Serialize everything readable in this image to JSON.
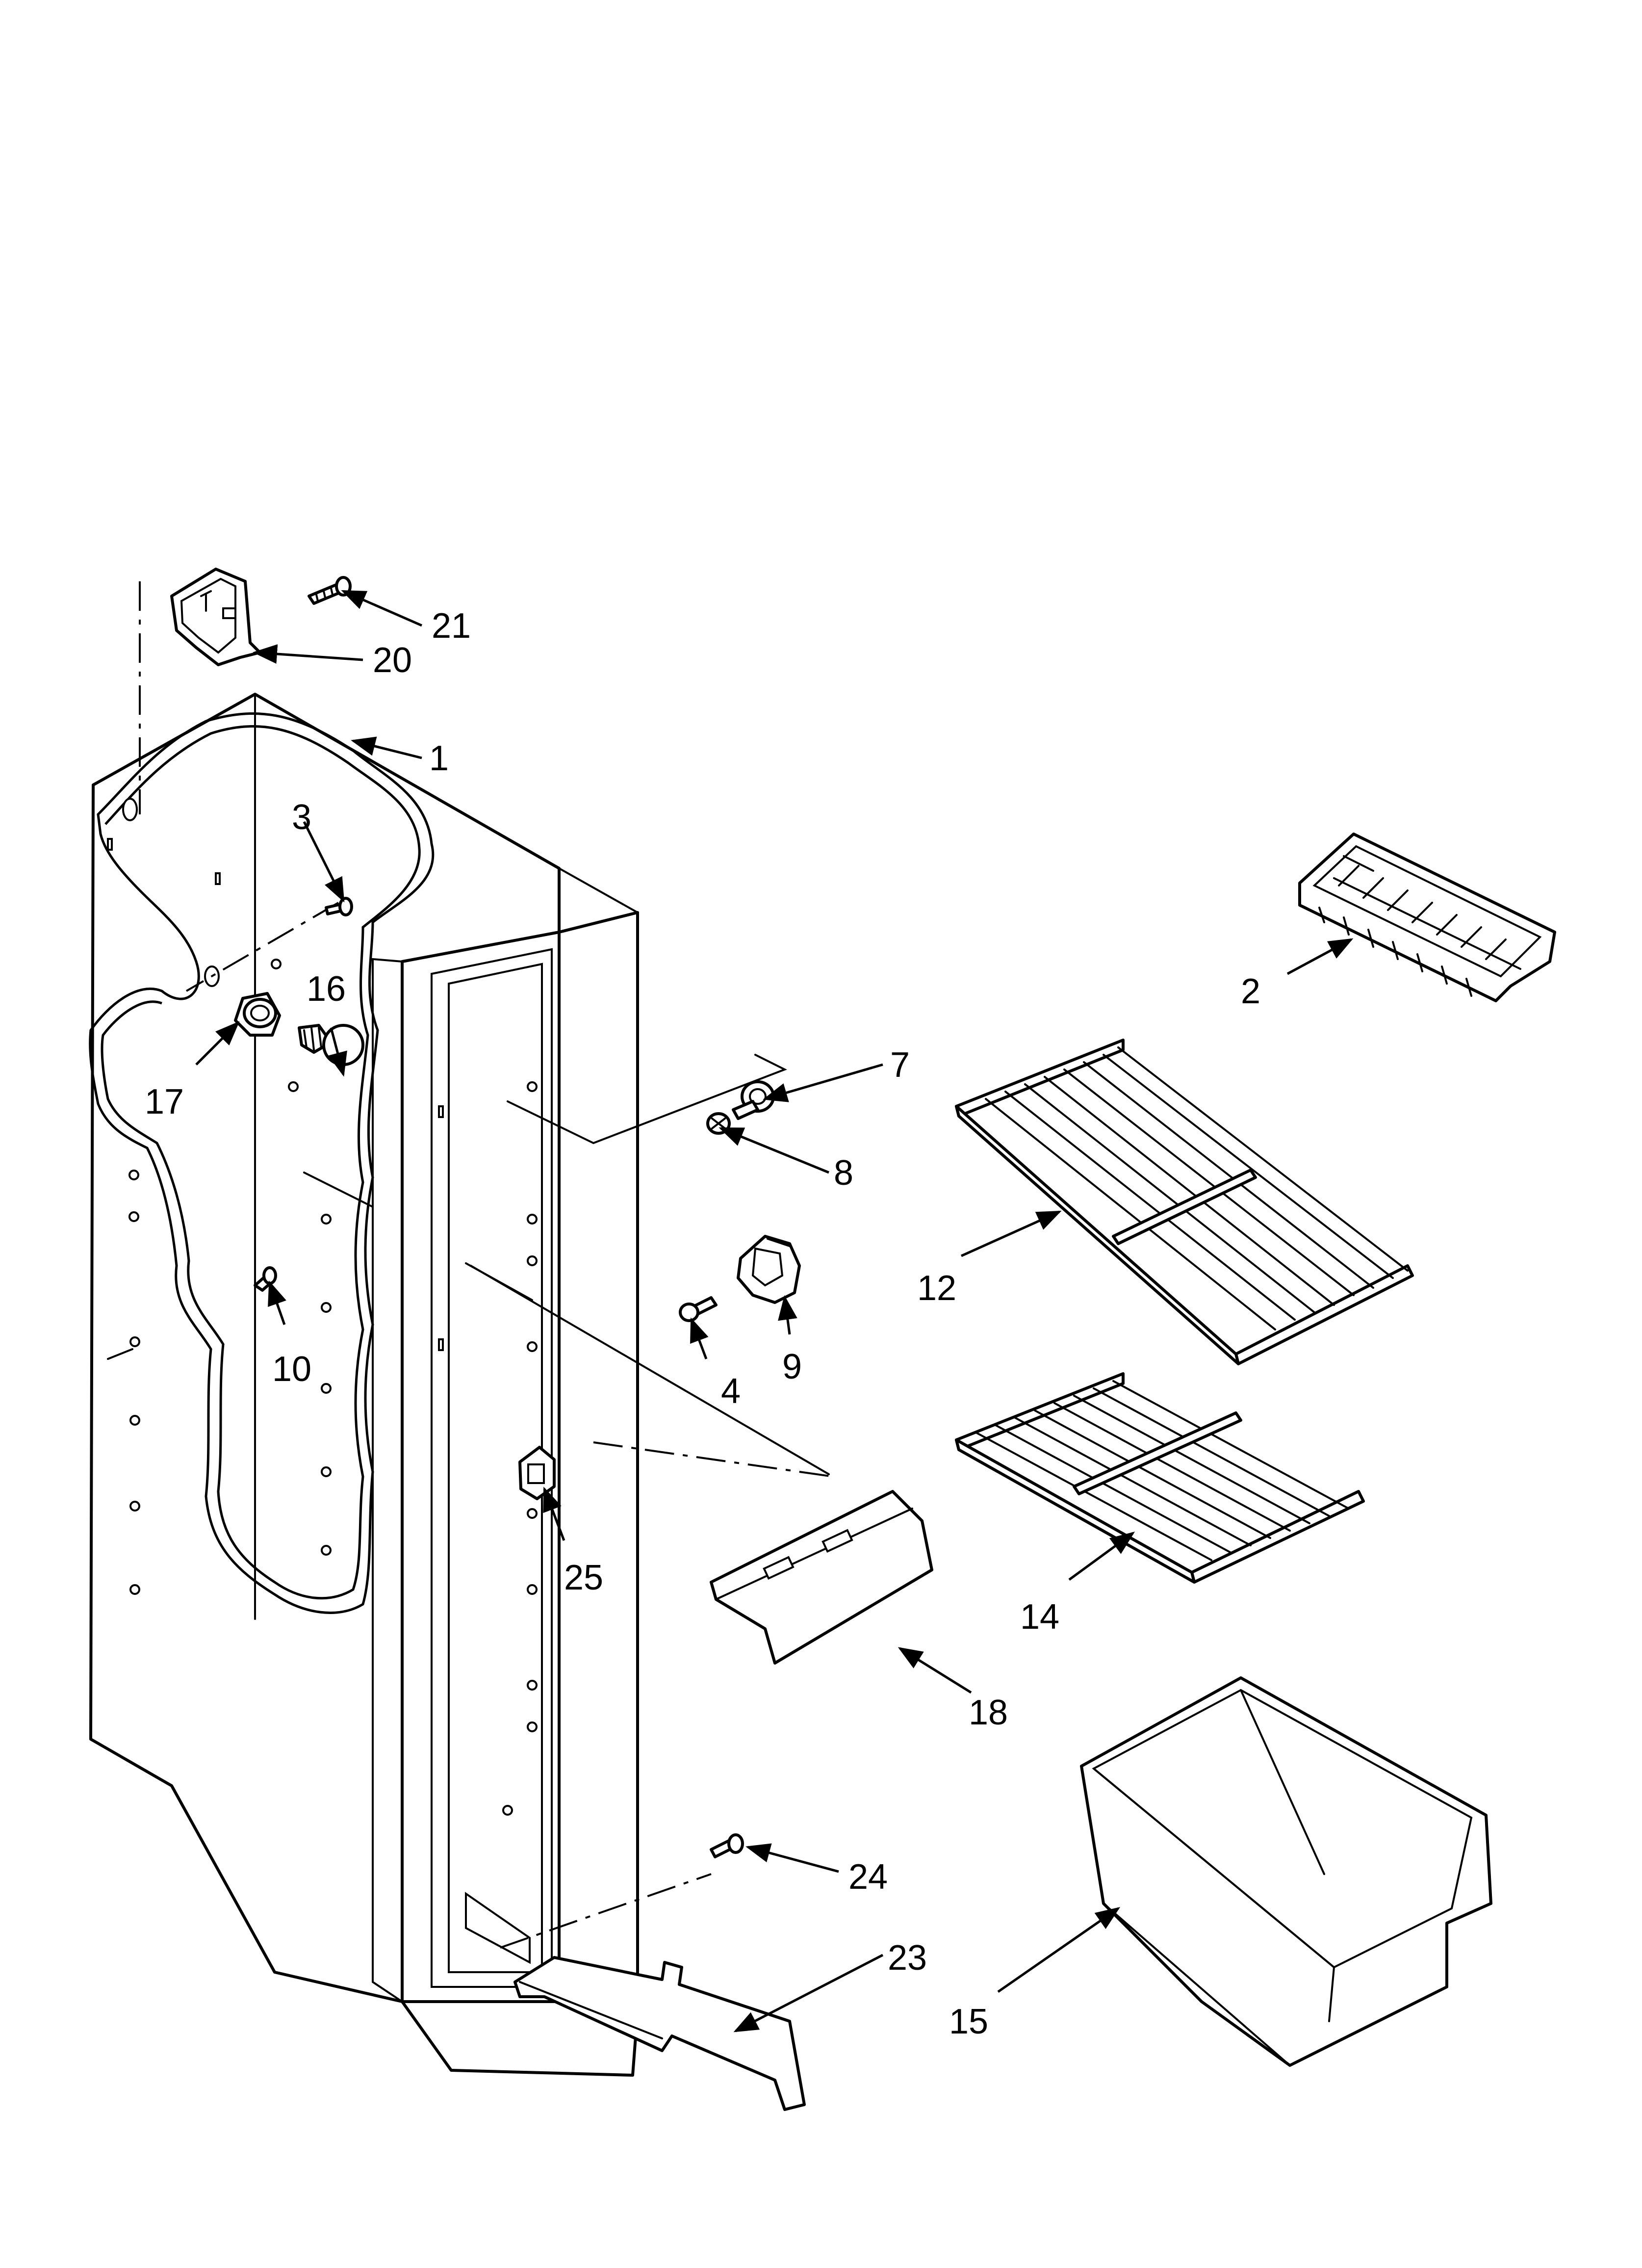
{
  "callouts": [
    {
      "id": "c1",
      "text": "1"
    },
    {
      "id": "c2",
      "text": "2"
    },
    {
      "id": "c3",
      "text": "3"
    },
    {
      "id": "c4",
      "text": "4"
    },
    {
      "id": "c7",
      "text": "7"
    },
    {
      "id": "c8",
      "text": "8"
    },
    {
      "id": "c9",
      "text": "9"
    },
    {
      "id": "c10",
      "text": "10"
    },
    {
      "id": "c12",
      "text": "12"
    },
    {
      "id": "c14",
      "text": "14"
    },
    {
      "id": "c15",
      "text": "15"
    },
    {
      "id": "c16",
      "text": "16"
    },
    {
      "id": "c17",
      "text": "17"
    },
    {
      "id": "c18",
      "text": "18"
    },
    {
      "id": "c20",
      "text": "20"
    },
    {
      "id": "c21",
      "text": "21"
    },
    {
      "id": "c23",
      "text": "23"
    },
    {
      "id": "c24",
      "text": "24"
    },
    {
      "id": "c25",
      "text": "25"
    }
  ]
}
